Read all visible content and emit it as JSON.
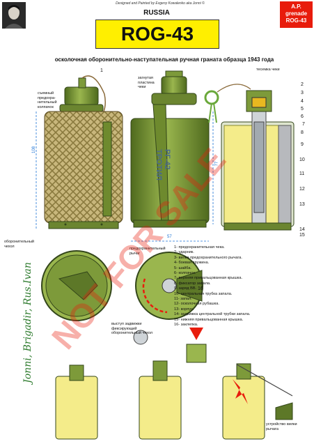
{
  "header": {
    "credit": "Designed and Painted by Evgeny Kowalenko aka Jonni ©",
    "country": "RUSSIA",
    "title": "ROG-43",
    "badge": [
      "A.P.",
      "grenade",
      "ROG-43"
    ],
    "subtitle": "осколочная оборонительно-наступательная ручная граната образца 1943 года"
  },
  "labels": {
    "safety_cap": [
      "съемный",
      "предохра-",
      "нительный",
      "колпачок"
    ],
    "bent_plate": [
      "загнутая",
      "пластина",
      "чеки"
    ],
    "pin_tape": "тесемка чеки",
    "defensive_jacket": [
      "оборонительный",
      "чехол"
    ],
    "safety_lever": [
      "предохранительный",
      "рычаг"
    ],
    "latch_note": [
      "выступ задвижки",
      "фиксирующий",
      "оборонительный чехол"
    ],
    "lever_device": [
      "устройство вилки",
      "рычага"
    ],
    "body_marking": [
      "РГ-42",
      "ТРОТИЛ"
    ]
  },
  "dimensions": {
    "height_total": "108",
    "height_body": "77",
    "diameter": "57"
  },
  "callouts": [
    "1",
    "2",
    "3",
    "4",
    "5",
    "6",
    "7",
    "8",
    "9",
    "10",
    "11",
    "12",
    "13",
    "14",
    "15",
    "16"
  ],
  "legend": [
    "1- предохранительная чека.",
    "2- ударник.",
    "3- вилка предохранительного рычага.",
    "4- боевая пружина.",
    "5- шайба.",
    "6- колпачок.",
    "7- верхняя привальцованная крышка.",
    "8- фиксатор запала.",
    "9- заряд ВВ.",
    "10- центральная трубка запала.",
    "11- запал.",
    "12- осколочная рубашка.",
    "13- корпус.",
    "14- задвижка центральной трубки запала.",
    "15- нижняя привальцованная крышка.",
    "16- заклепка."
  ],
  "signature": "Jonni, Brigadir, Rus.Ivan",
  "watermark": "NOT FOR SALE",
  "colors": {
    "grenade_green": "#7d9a3a",
    "dark_green": "#4f6a1e",
    "jacket_tan": "#c9b980",
    "title_yellow": "#ffef00",
    "badge_red": "#e81c0c",
    "dim_blue": "#1e74d6",
    "explosive_yellow": "#f4ec8a"
  }
}
